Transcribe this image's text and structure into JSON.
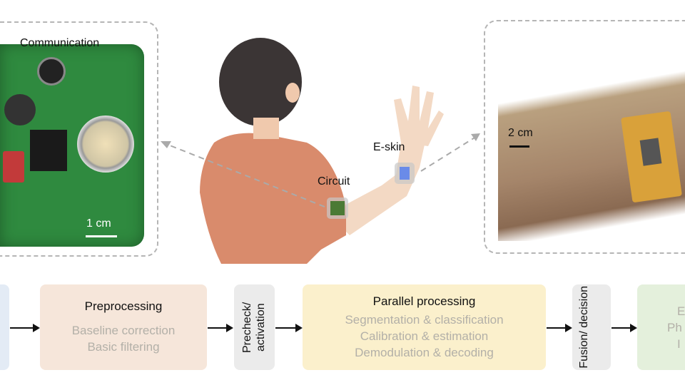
{
  "figure": {
    "communication_label": "Communication",
    "pcb_scale": "1 cm",
    "circuit_label": "Circuit",
    "eskin_label": "E-skin",
    "arm_scale": "2 cm"
  },
  "pipeline": {
    "preprocessing": {
      "title": "Preprocessing",
      "items": [
        "Baseline correction",
        "Basic filtering"
      ]
    },
    "precheck": "Precheck/ activation",
    "parallel": {
      "title": "Parallel processing",
      "items": [
        "Segmentation & classification",
        "Calibration & estimation",
        "Demodulation & decoding"
      ]
    },
    "fusion": "Fusion/ decision",
    "output_partial": [
      "E",
      "Ph",
      "I"
    ]
  },
  "colors": {
    "input_box": "#e3ebf5",
    "preprocessing_box": "#f6e6da",
    "gate_box": "#ebebeb",
    "parallel_box": "#fbf0cc",
    "output_box": "#e4f0dc",
    "pcb_green": "#2f8a3f",
    "skin": "#a5856a",
    "shirt": "#d98b6c"
  }
}
